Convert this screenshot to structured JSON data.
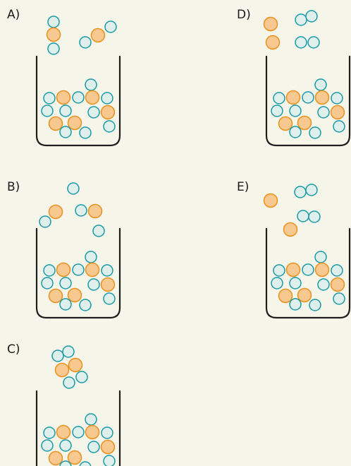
{
  "colors": {
    "background": "#f5f5ea",
    "beaker_outline": "#1f1f1f",
    "blue_fill": "#dff0ec",
    "blue_stroke": "#1a9aa6",
    "orange_fill": "#f7c890",
    "orange_stroke": "#e8921e"
  },
  "options": [
    {
      "label": "A)"
    },
    {
      "label": "B)"
    },
    {
      "label": "C)"
    },
    {
      "label": "D)"
    },
    {
      "label": "E)"
    }
  ]
}
